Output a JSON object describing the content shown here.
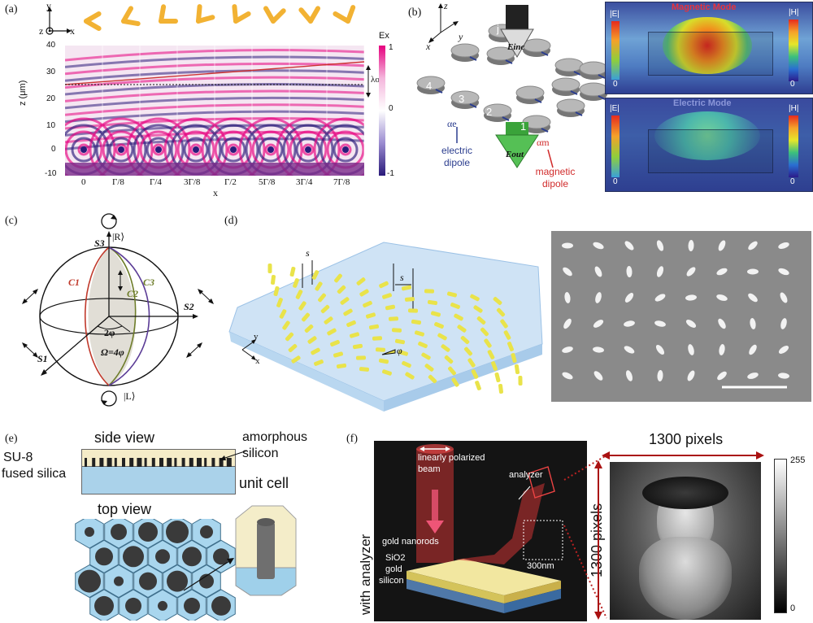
{
  "panel_a": {
    "label": "(a)",
    "axis_y": "y",
    "axis_z": "z",
    "axis_x": "x",
    "colorbar_title": "Ex",
    "colorbar_ticks": [
      "1",
      "0",
      "-1"
    ],
    "ylabel": "z (μm)",
    "xlabel": "x",
    "lambda_label": "λo",
    "chart_data": {
      "type": "heatmap",
      "ylabel": "z (μm)",
      "xlabel": "x",
      "yticks": [
        "40",
        "30",
        "20",
        "10",
        "0",
        "-10"
      ],
      "xticks": [
        "0",
        "Γ/8",
        "Γ/4",
        "3Γ/8",
        "Γ/2",
        "5Γ/8",
        "3Γ/4",
        "7Γ/8"
      ],
      "colorbar_range": [
        -1,
        1
      ]
    }
  },
  "panel_b": {
    "label": "(b)",
    "axis_z": "z",
    "axis_y": "y",
    "axis_x": "x",
    "e_inc": "Einc",
    "e_out": "Eout",
    "cell_labels": [
      "j",
      "4",
      "3",
      "2",
      "1"
    ],
    "alpha_e": "αe",
    "alpha_m": "αm",
    "electric_dipole": "electric dipole",
    "magnetic_dipole": "magnetic dipole",
    "magnetic_mode": "Magnetic Mode",
    "electric_mode": "Electric Mode",
    "e_abs": "|E|",
    "h_abs": "|H|",
    "zero": "0"
  },
  "panel_c": {
    "label": "(c)",
    "s1": "S1",
    "s2": "S2",
    "s3": "S3",
    "c1": "C1",
    "c2": "C2",
    "c3": "C3",
    "r_state": "|R⟩",
    "l_state": "|L⟩",
    "angle": "2φ",
    "omega": "Ω=4φ"
  },
  "panel_d": {
    "label": "(d)",
    "s": "s",
    "phi": "φ",
    "y": "y",
    "x": "x"
  },
  "panel_e": {
    "label": "(e)",
    "side_view": "side view",
    "amorphous": "amorphous silicon",
    "su8": "SU-8",
    "fused": "fused silica",
    "top_view": "top view",
    "unit_cell": "unit cell"
  },
  "panel_f": {
    "label": "(f)",
    "pixels_h": "1300 pixels",
    "pixels_v": "1300 pixels",
    "with_analyzer": "with analyzer",
    "beam": "linearly polarized beam",
    "analyzer": "analyzer",
    "nanorods": "gold nanorods",
    "sio2": "SiO2",
    "gold": "gold",
    "silicon": "silicon",
    "scale": "300nm",
    "cb_max": "255",
    "cb_min": "0"
  }
}
